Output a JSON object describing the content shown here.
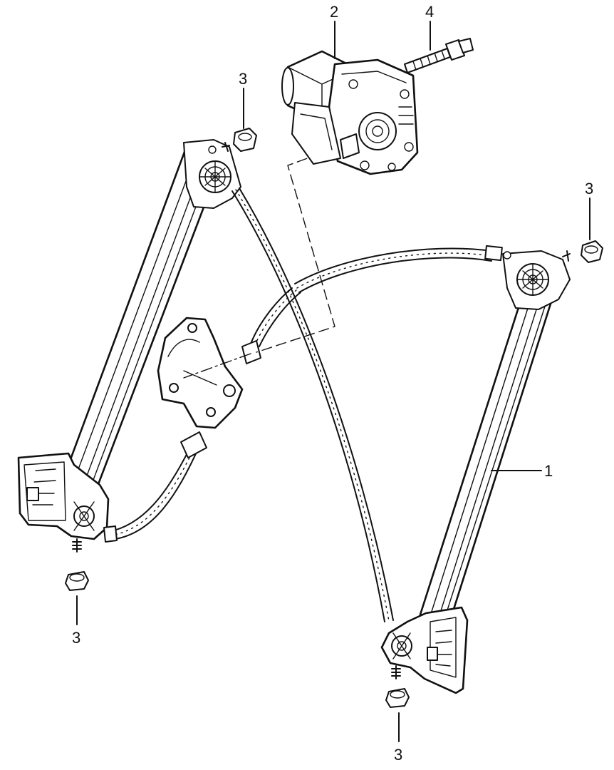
{
  "callouts": [
    {
      "id": "c1",
      "label": "1",
      "part": "window-regulator"
    },
    {
      "id": "c2",
      "label": "2",
      "part": "window-motor"
    },
    {
      "id": "c3a",
      "label": "3",
      "part": "nut"
    },
    {
      "id": "c3b",
      "label": "3",
      "part": "nut"
    },
    {
      "id": "c3c",
      "label": "3",
      "part": "nut"
    },
    {
      "id": "c3d",
      "label": "3",
      "part": "nut"
    },
    {
      "id": "c4",
      "label": "4",
      "part": "stud-bolt"
    }
  ],
  "colors": {
    "ink": "#111111",
    "background": "#ffffff"
  }
}
